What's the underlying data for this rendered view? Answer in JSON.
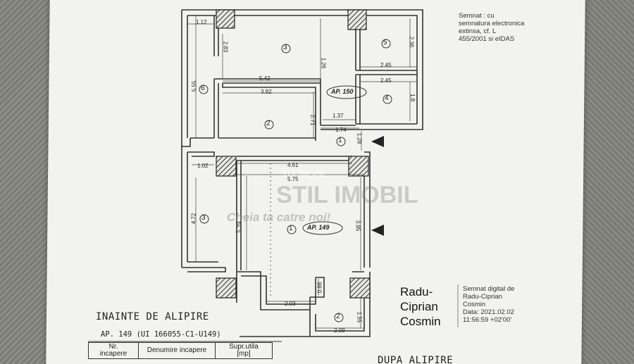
{
  "plan": {
    "apartment_tags": [
      "AP. 150",
      "AP. 149"
    ],
    "room_numbers": [
      "3",
      "5",
      "6",
      "4",
      "2",
      "1",
      "3",
      "1",
      "2"
    ],
    "dimensions": [
      "1.12",
      "2.83",
      "1.26",
      "2.36",
      "2.45",
      "5.55",
      "5.42",
      "2.45",
      "3.92",
      "1.8",
      "1.37",
      "2.71",
      "1.74",
      "1.28",
      "1.02",
      "4.61",
      "5.75",
      "4.72",
      "5.29",
      "3.95",
      "0.66",
      "2.03",
      "1.55",
      "2.09"
    ]
  },
  "signature_top": {
    "lines": [
      "Semnat : cu",
      "semnatura electronica",
      "extinsa, cf. L",
      "455/2001 si eIDAS"
    ]
  },
  "signature_bottom": {
    "name_lines": [
      "Radu-",
      "Ciprian",
      "Cosmin"
    ],
    "lines": [
      "Semnat digital de",
      "Radu-Ciprian",
      "Cosmin",
      "Data: 2021.02.02",
      "11:56:59 +02'00'"
    ]
  },
  "watermark": {
    "small": "STILIMOBIL",
    "brand": "STIL IMOBIL",
    "slogan": "Cheia ta catre noi!"
  },
  "section": {
    "title": "INAINTE DE ALIPIRE",
    "subtitle": "AP. 149 (UI 166055-C1-U149)",
    "right_title": "DUPA ALIPIRE"
  },
  "table": {
    "headers": [
      "Nr.\nincapere",
      "Denumire incapere",
      "Supr.utila\n[mp]"
    ]
  }
}
